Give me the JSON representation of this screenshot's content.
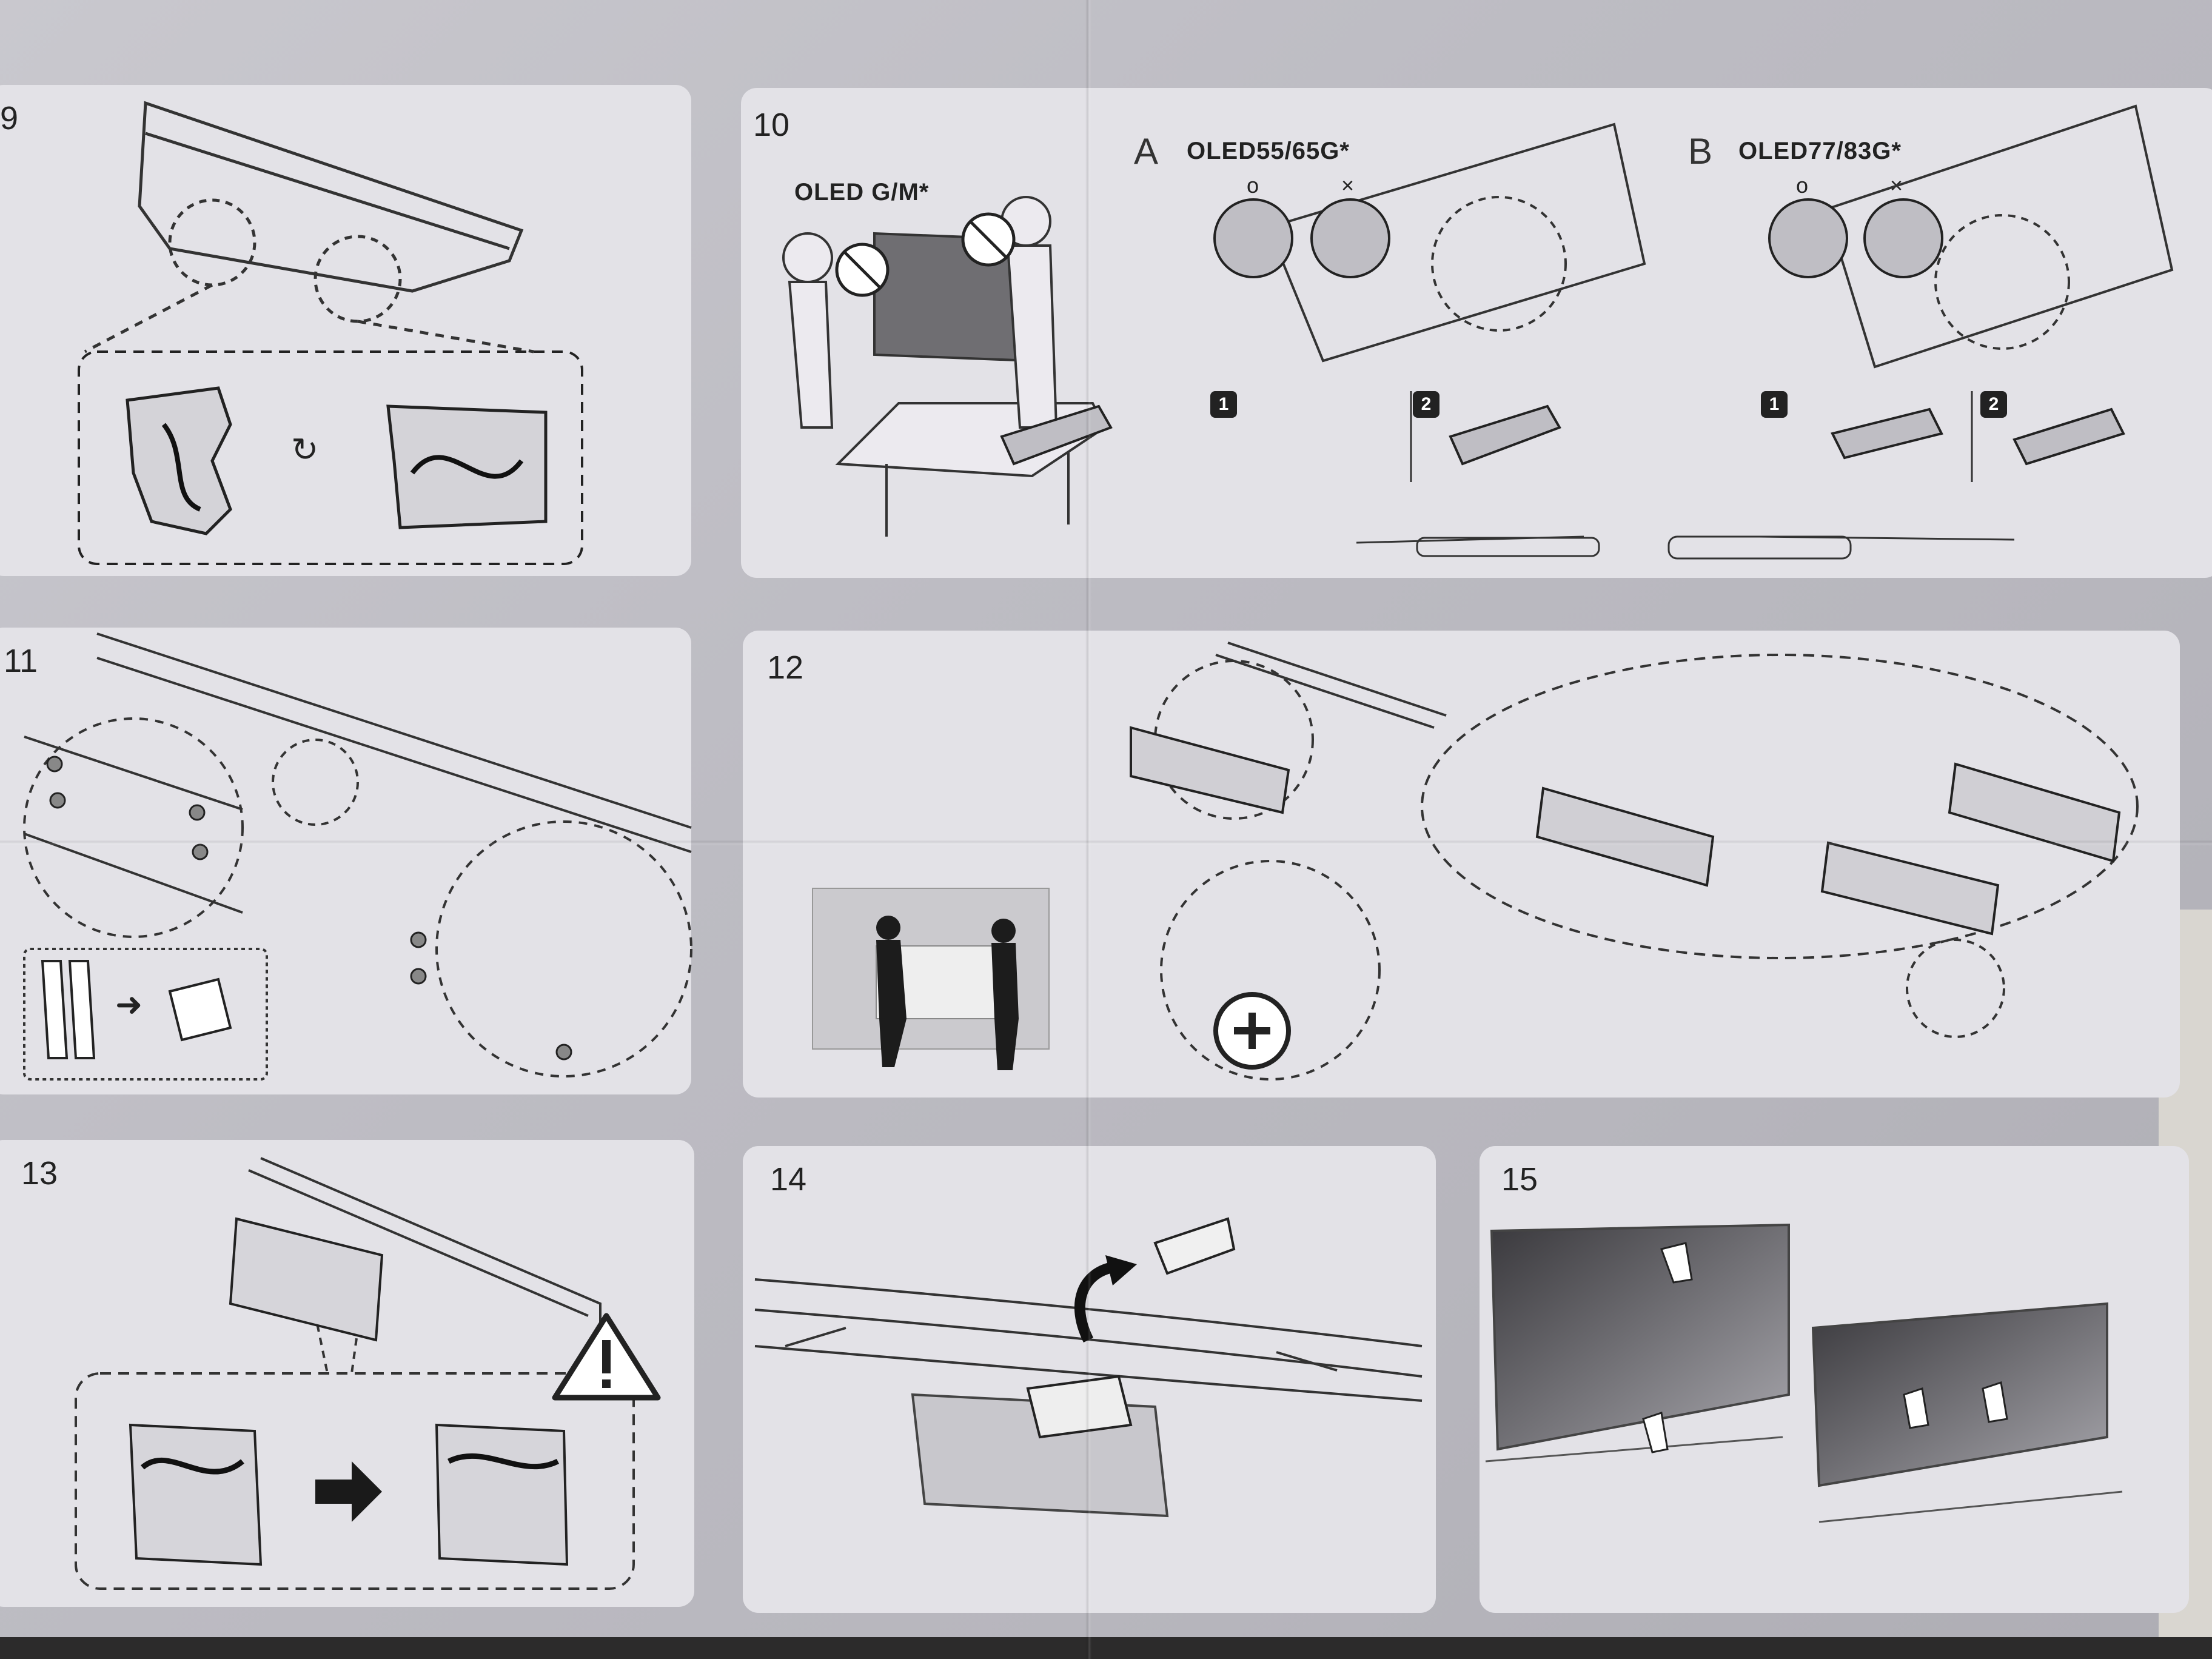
{
  "steps": {
    "s9": "9",
    "s10": "10",
    "s11": "11",
    "s12": "12",
    "s13": "13",
    "s14": "14",
    "s15": "15"
  },
  "step10": {
    "model_label": "OLED G/M*",
    "variant_a": {
      "letter": "A",
      "model": "OLED55/65G*"
    },
    "variant_b": {
      "letter": "B",
      "model": "OLED77/83G*"
    },
    "ok_mark": "o",
    "ng_mark": "×",
    "substep_1": "1",
    "substep_2": "2"
  },
  "colors": {
    "panel": "#e3e2e7",
    "paper": "#c5c4ca",
    "ink": "#222222"
  },
  "icons": [
    "warning-icon",
    "no-touch-icon",
    "rotate-arrow-icon",
    "right-arrow-icon"
  ]
}
